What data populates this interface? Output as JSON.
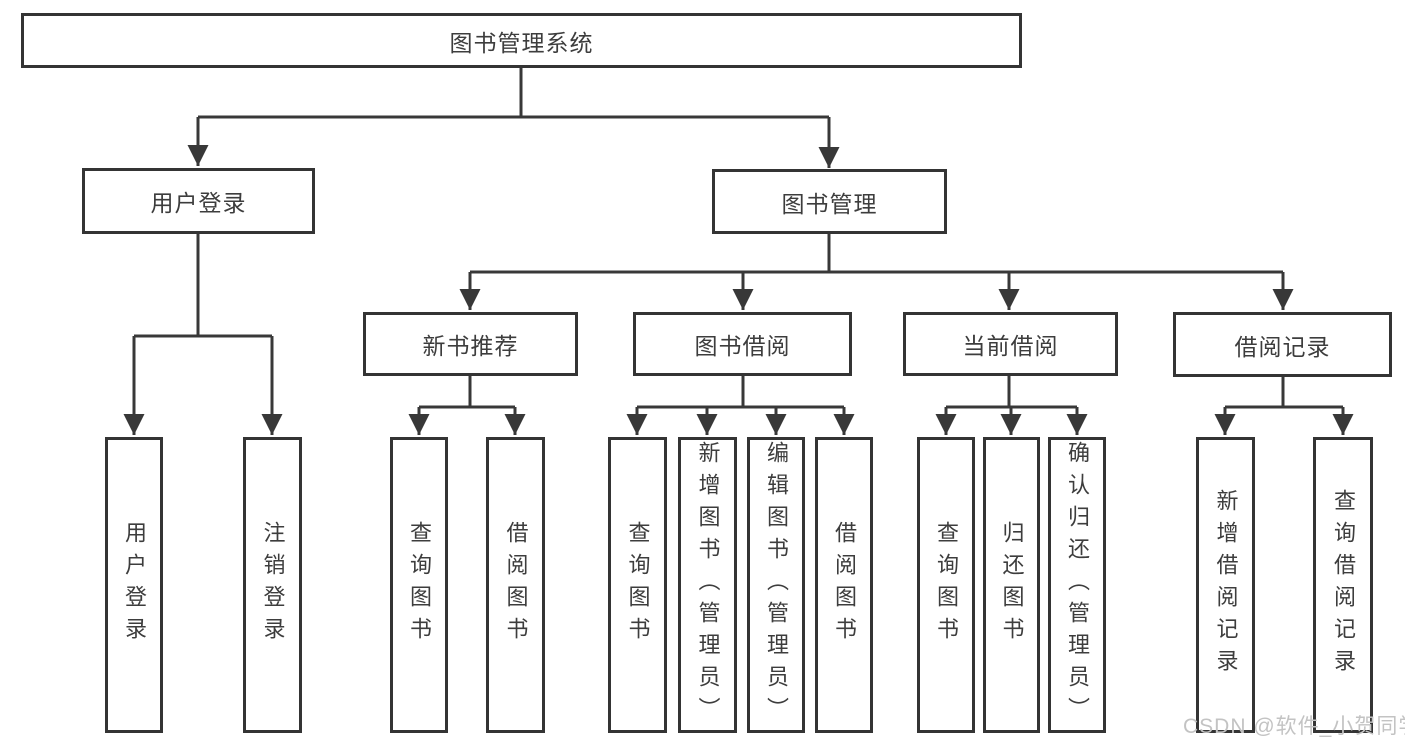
{
  "diagram_title": "图书管理系统",
  "colors": {
    "line": "#383838",
    "box_border": "#343434",
    "text": "#3d3d3d",
    "background": "#ffffff",
    "watermark": "#c3c3c3"
  },
  "tree": {
    "root": {
      "label": "图书管理系统"
    },
    "branches": [
      {
        "label": "用户登录",
        "leaves": [
          {
            "label": "用户登录"
          },
          {
            "label": "注销登录"
          }
        ]
      },
      {
        "label": "图书管理",
        "groups": [
          {
            "label": "新书推荐",
            "leaves": [
              {
                "label": "查询图书"
              },
              {
                "label": "借阅图书"
              }
            ]
          },
          {
            "label": "图书借阅",
            "leaves": [
              {
                "label": "查询图书"
              },
              {
                "label": "新增图书（管理员）"
              },
              {
                "label": "编辑图书（管理员）"
              },
              {
                "label": "借阅图书"
              }
            ]
          },
          {
            "label": "当前借阅",
            "leaves": [
              {
                "label": "查询图书"
              },
              {
                "label": "归还图书"
              },
              {
                "label": "确认归还（管理员）"
              }
            ]
          },
          {
            "label": "借阅记录",
            "leaves": [
              {
                "label": "新增借阅记录"
              },
              {
                "label": "查询借阅记录"
              }
            ]
          }
        ]
      }
    ]
  },
  "watermark": {
    "text": "CSDN @软件_小贺同学"
  }
}
